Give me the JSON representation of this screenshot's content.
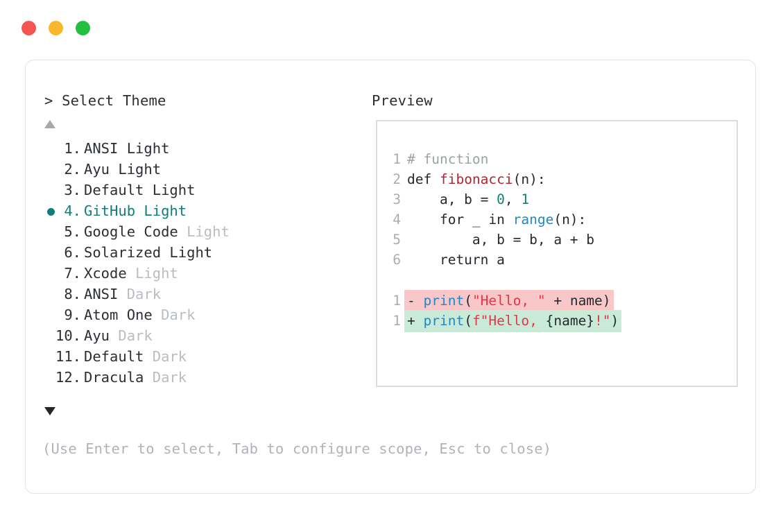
{
  "window": {
    "dots": [
      {
        "name": "close-dot",
        "color": "#f4554f"
      },
      {
        "name": "minimize-dot",
        "color": "#f7b82c"
      },
      {
        "name": "maximize-dot",
        "color": "#22c03f"
      }
    ]
  },
  "header": {
    "prompt": "> Select Theme",
    "preview_label": "Preview"
  },
  "scroll": {
    "up_icon": "triangle-up-icon",
    "down_icon": "triangle-down-icon"
  },
  "theme_list": {
    "selected_index": 4,
    "accent": "#117f78",
    "items": [
      {
        "num": " 1.",
        "name": "ANSI",
        "variant": "Light",
        "variant_dim": false,
        "selected": false
      },
      {
        "num": " 2.",
        "name": "Ayu",
        "variant": "Light",
        "variant_dim": false,
        "selected": false
      },
      {
        "num": " 3.",
        "name": "Default",
        "variant": "Light",
        "variant_dim": false,
        "selected": false
      },
      {
        "num": " 4.",
        "name": "GitHub",
        "variant": "Light",
        "variant_dim": false,
        "selected": true
      },
      {
        "num": " 5.",
        "name": "Google Code",
        "variant": "Light",
        "variant_dim": true,
        "selected": false
      },
      {
        "num": " 6.",
        "name": "Solarized",
        "variant": "Light",
        "variant_dim": false,
        "selected": false
      },
      {
        "num": " 7.",
        "name": "Xcode",
        "variant": "Light",
        "variant_dim": true,
        "selected": false
      },
      {
        "num": " 8.",
        "name": "ANSI",
        "variant": "Dark",
        "variant_dim": true,
        "selected": false
      },
      {
        "num": " 9.",
        "name": "Atom One",
        "variant": "Dark",
        "variant_dim": true,
        "selected": false
      },
      {
        "num": "10.",
        "name": "Ayu",
        "variant": "Dark",
        "variant_dim": true,
        "selected": false
      },
      {
        "num": "11.",
        "name": "Default",
        "variant": "Dark",
        "variant_dim": true,
        "selected": false
      },
      {
        "num": "12.",
        "name": "Dracula",
        "variant": "Dark",
        "variant_dim": true,
        "selected": false
      }
    ]
  },
  "footer": {
    "hint": "(Use Enter to select, Tab to configure scope, Esc to close)"
  },
  "preview": {
    "code_lines": [
      {
        "ln": "1",
        "tokens": [
          {
            "t": "# function",
            "c": "comment"
          }
        ]
      },
      {
        "ln": "2",
        "tokens": [
          {
            "t": "def ",
            "c": "kw"
          },
          {
            "t": "fibonacci",
            "c": "fn"
          },
          {
            "t": "(n):",
            "c": "plain"
          }
        ]
      },
      {
        "ln": "3",
        "tokens": [
          {
            "t": "    a, b = ",
            "c": "plain"
          },
          {
            "t": "0",
            "c": "num"
          },
          {
            "t": ", ",
            "c": "plain"
          },
          {
            "t": "1",
            "c": "num"
          }
        ]
      },
      {
        "ln": "4",
        "tokens": [
          {
            "t": "    for _ in ",
            "c": "plain"
          },
          {
            "t": "range",
            "c": "builtin"
          },
          {
            "t": "(n):",
            "c": "plain"
          }
        ]
      },
      {
        "ln": "5",
        "tokens": [
          {
            "t": "        a, b = b, a + b",
            "c": "plain"
          }
        ]
      },
      {
        "ln": "6",
        "tokens": [
          {
            "t": "    return a",
            "c": "plain"
          }
        ]
      }
    ],
    "diff_lines": [
      {
        "ln": "1",
        "kind": "del",
        "sign": "-",
        "tokens": [
          {
            "t": "print",
            "c": "builtin"
          },
          {
            "t": "(",
            "c": "plain"
          },
          {
            "t": "\"Hello, \"",
            "c": "str"
          },
          {
            "t": " + name)",
            "c": "plain"
          }
        ]
      },
      {
        "ln": "1",
        "kind": "add",
        "sign": "+",
        "tokens": [
          {
            "t": "print",
            "c": "builtin"
          },
          {
            "t": "(",
            "c": "plain"
          },
          {
            "t": "f\"Hello, ",
            "c": "str"
          },
          {
            "t": "{name}",
            "c": "plain"
          },
          {
            "t": "!\"",
            "c": "str"
          },
          {
            "t": ")",
            "c": "plain"
          }
        ]
      }
    ],
    "diff_del_bg": "#fac7c8",
    "diff_add_bg": "#c9ead7"
  }
}
